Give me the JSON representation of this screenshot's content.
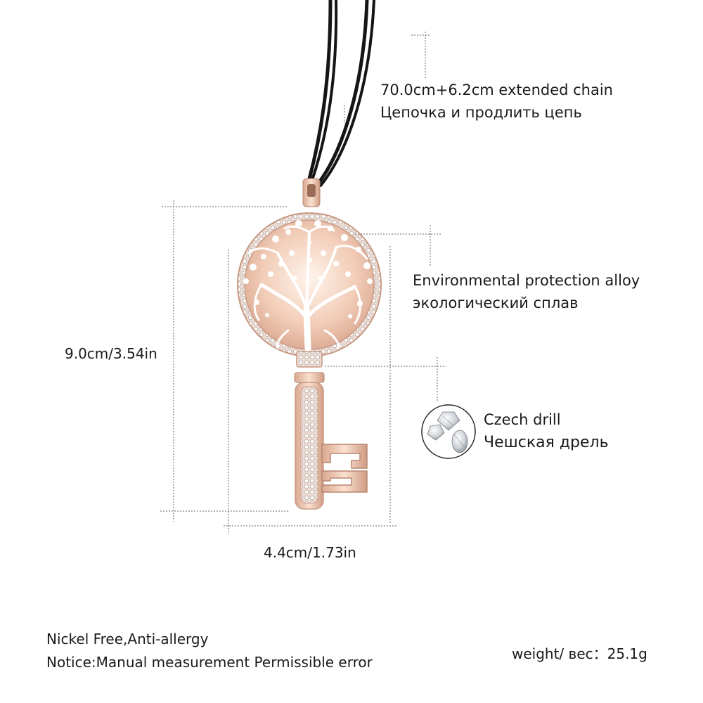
{
  "annotations": {
    "chain_en": "70.0cm+6.2cm extended chain",
    "chain_ru": "Цепочка и продлить цепь",
    "alloy_en": "Environmental protection alloy",
    "alloy_ru": "экологический сплав",
    "drill_en": "Czech drill",
    "drill_ru": "Чешская дрель"
  },
  "dimensions": {
    "height": "9.0cm/3.54in",
    "width": "4.4cm/1.73in"
  },
  "footer": {
    "line1": "Nickel Free,Anti-allergy",
    "line2": "Notice:Manual measurement Permissible error",
    "weight": "weight/ вес：25.1g"
  },
  "colors": {
    "rose_gold": "#e8c2ac",
    "rose_gold_dark": "#c99a84",
    "cord": "#151515",
    "guide": "#666666"
  }
}
